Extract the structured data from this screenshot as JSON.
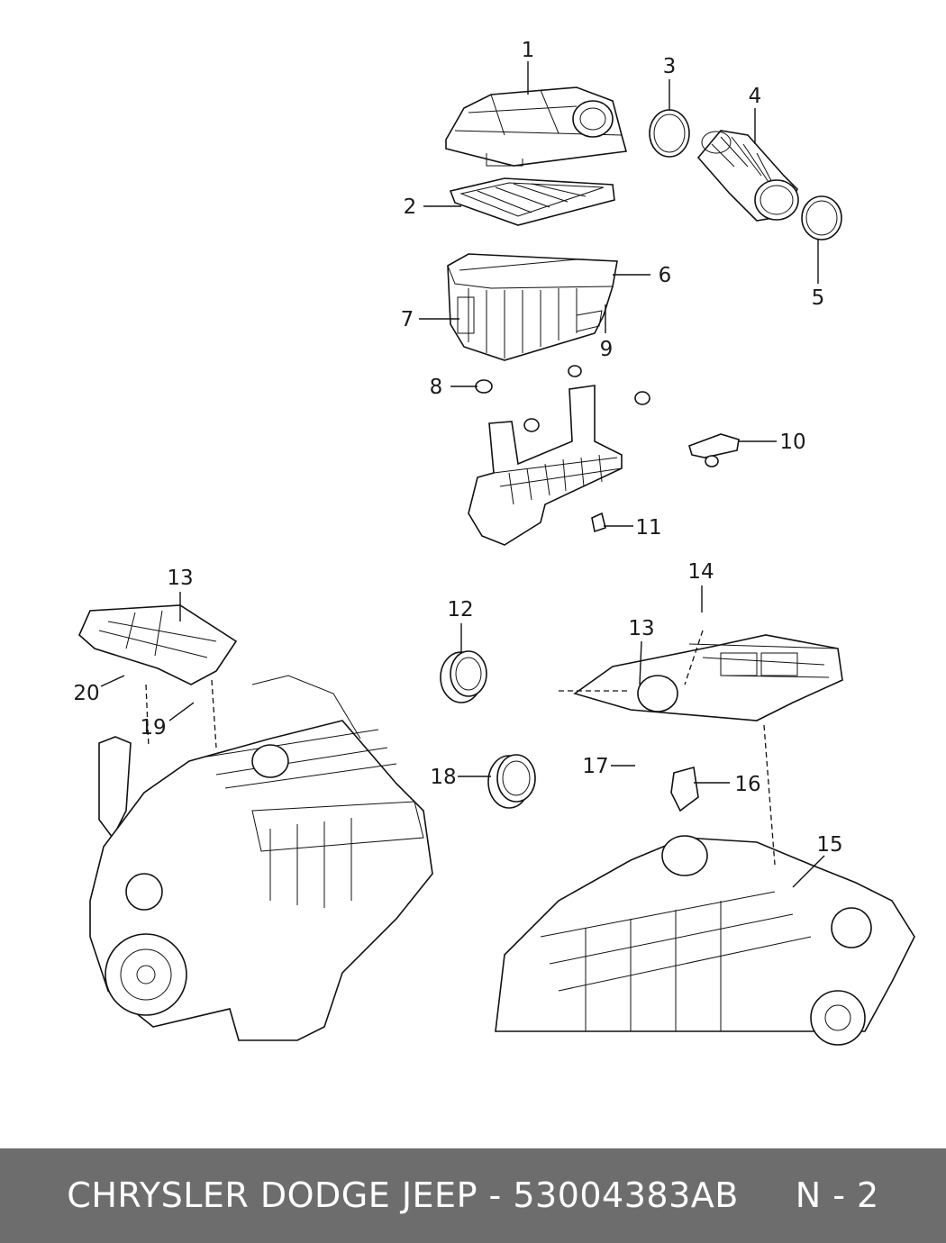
{
  "diagram": {
    "callouts": [
      "1",
      "2",
      "3",
      "4",
      "5",
      "6",
      "7",
      "8",
      "9",
      "10",
      "11",
      "12",
      "13",
      "13",
      "14",
      "15",
      "16",
      "17",
      "18",
      "19",
      "20"
    ]
  },
  "footer": {
    "text": "CHRYSLER DODGE JEEP - 53004383AB     N - 2",
    "background": "#6d6d6d",
    "color": "#ffffff"
  }
}
